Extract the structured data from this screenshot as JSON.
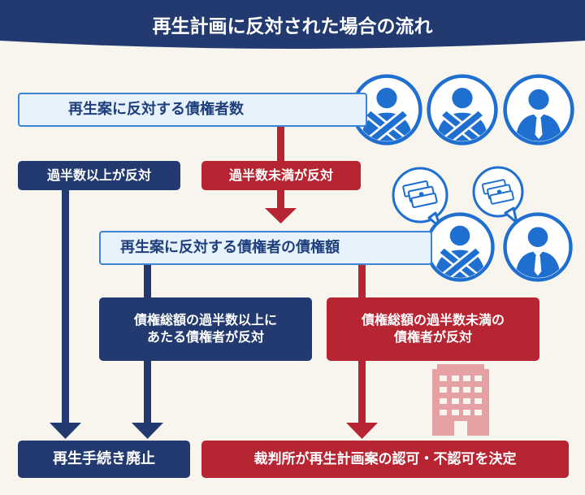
{
  "title": "再生計画に反対された場合の流れ",
  "step1": {
    "label": "再生案に反対する債権者数"
  },
  "branch_majority": {
    "label": "過半数以上が反対"
  },
  "branch_minority": {
    "label": "過半数未満が反対"
  },
  "step2": {
    "label": "再生案に反対する債権者の債権額"
  },
  "branch_amount_majority": {
    "line1": "債権総額の過半数以上に",
    "line2": "あたる債権者が反対"
  },
  "branch_amount_minority": {
    "line1": "債権総額の過半数未満の",
    "line2": "債権者が反対"
  },
  "outcome_abolished": {
    "label": "再生手続き廃止"
  },
  "outcome_court": {
    "label": "裁判所が再生計画案の認可・不認可を決定"
  },
  "colors": {
    "navy": "#223a70",
    "red": "#b72532",
    "accent_blue": "#3b84d6",
    "icon_blue": "#1f6fd1",
    "bar_bg": "#e7f2fc",
    "building": "#e4a0a2"
  }
}
